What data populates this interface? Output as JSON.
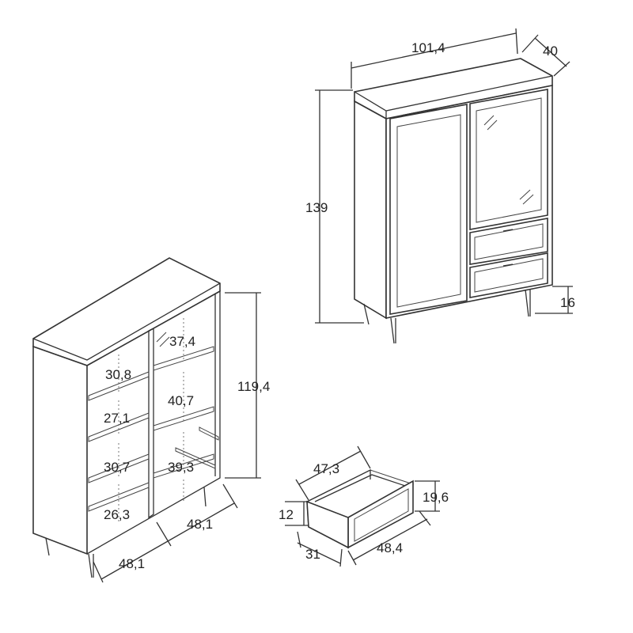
{
  "wardrobe_exterior": {
    "width": "101,4",
    "depth": "40",
    "height": "139",
    "leg_height": "16"
  },
  "wardrobe_interior": {
    "total_height": "119,4",
    "left_shelf_1": "30,8",
    "left_shelf_2": "27,1",
    "left_shelf_3": "30,7",
    "left_shelf_4": "26,3",
    "right_shelf_1": "37,4",
    "right_shelf_2": "40,7",
    "right_shelf_3": "39,3",
    "compartment_width_back": "48,1",
    "compartment_width_front": "48,1"
  },
  "drawer": {
    "inner_width": "47,3",
    "front_height": "19,6",
    "side_height": "12",
    "depth": "31",
    "front_width": "48,4"
  }
}
